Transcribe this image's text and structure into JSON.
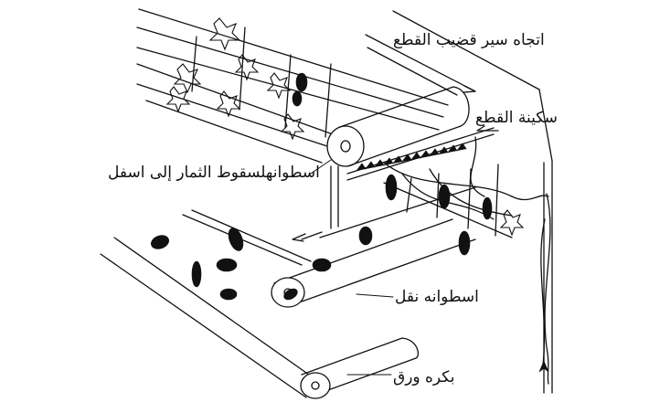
{
  "diagram": {
    "labels": {
      "cutting_bar_direction": "اتجاه سير قضيب القطع",
      "cutting_knife": "سكينة القطع",
      "fruit_drop_cylinder": "اسطوانهلسقوط الثمار إلى اسفل",
      "transport_cylinder": "اسطوانه نقل",
      "paper_roll": "بكره ورق"
    },
    "colors": {
      "ink": "#111111",
      "background": "#ffffff"
    }
  }
}
